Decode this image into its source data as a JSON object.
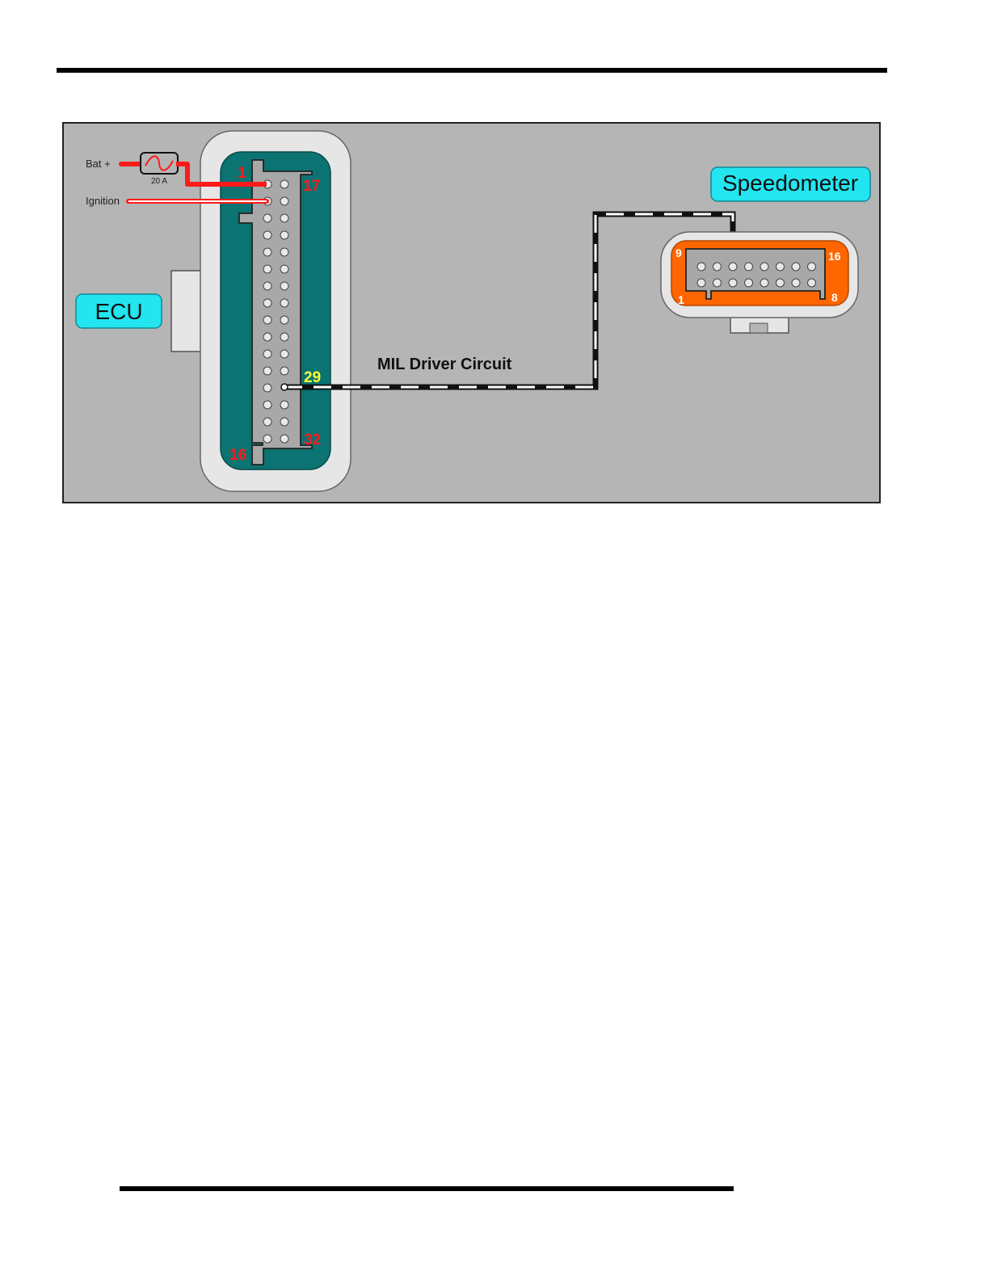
{
  "labels": {
    "bat_plus": "Bat +",
    "fuse_rating": "20 A",
    "ignition": "Ignition",
    "ecu": "ECU",
    "speedometer": "Speedometer",
    "mil_circuit": "MIL Driver Circuit"
  },
  "ecu_pins": {
    "p1": "1",
    "p17": "17",
    "p29": "29",
    "p16": "16",
    "p32": "32"
  },
  "speedo_pins": {
    "p9": "9",
    "p16": "16",
    "p1": "1",
    "p8": "8"
  },
  "colors": {
    "panel": "#b5b5b5",
    "ecu_face": "#0b7372",
    "speedo_face": "#ff6600",
    "label_box": "#22e5f0",
    "power_wire": "#ff1a1a",
    "pin_highlight": "#ffff33"
  }
}
